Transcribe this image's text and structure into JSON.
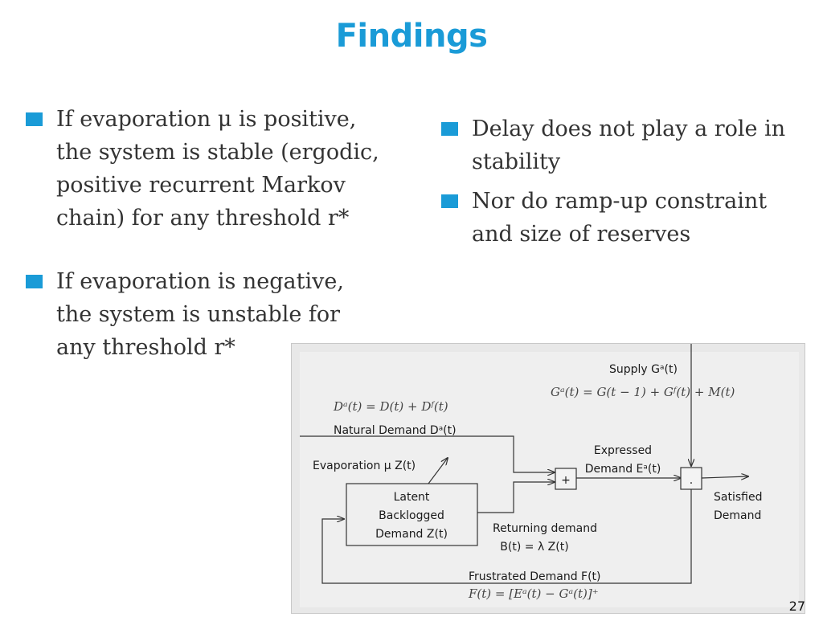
{
  "slide": {
    "title": "Findings",
    "page_number": "27"
  },
  "left_bullets": [
    {
      "lines": [
        "If evaporation μ is positive,",
        "the system is stable (ergodic,",
        "positive recurrent Markov",
        "chain) for any threshold r*"
      ]
    },
    {
      "lines": [
        "If evaporation is negative,",
        "the system is unstable  for",
        "any threshold r*"
      ]
    }
  ],
  "right_bullets": [
    {
      "lines": [
        "Delay does not play a role in",
        "stability"
      ]
    },
    {
      "lines": [
        "Nor do ramp-up constraint",
        "and size of reserves"
      ]
    }
  ],
  "diagram": {
    "supply_label": "Supply Gᵃ(t)",
    "supply_equation": "Gᵃ(t) = G(t − 1) + Gᶠ(t) + M(t)",
    "demand_equation": "Dᵃ(t) = D(t) + Dᶠ(t)",
    "natural_demand_label": "Natural Demand Dᵃ(t)",
    "evaporation_label": "Evaporation μ Z(t)",
    "expressed_demand_line1": "Expressed",
    "expressed_demand_line2": "Demand Eᵃ(t)",
    "plus_symbol": "+",
    "product_symbol": ".",
    "satisfied_line1": "Satisfied",
    "satisfied_line2": "Demand",
    "latent_line1": "Latent",
    "latent_line2": "Backlogged",
    "latent_line3": "Demand Z(t)",
    "returning_line1": "Returning demand",
    "returning_line2": "B(t) = λ Z(t)",
    "frustrated_label": "Frustrated Demand F(t)",
    "frustrated_equation": "F(t) = [Eᵃ(t) − Gᵃ(t)]⁺"
  }
}
